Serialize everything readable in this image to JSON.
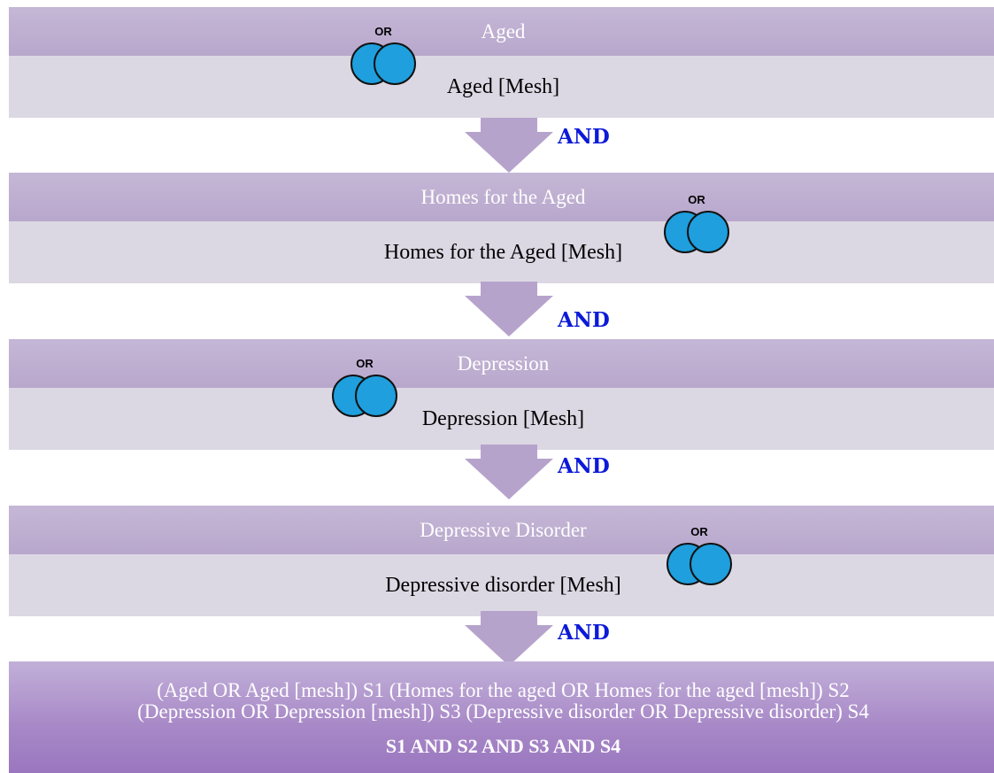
{
  "blocks": [
    {
      "heading": "Aged",
      "term": "Aged [Mesh]",
      "venn_label": "OR"
    },
    {
      "heading": "Homes for the Aged",
      "term": "Homes for the Aged [Mesh]",
      "venn_label": "OR"
    },
    {
      "heading": "Depression",
      "term": "Depression [Mesh]",
      "venn_label": "OR"
    },
    {
      "heading": "Depressive Disorder",
      "term": "Depressive disorder [Mesh]",
      "venn_label": "OR"
    }
  ],
  "connectors": [
    "AND",
    "AND",
    "AND",
    "AND"
  ],
  "summary": {
    "line1": "(Aged OR Aged [mesh]) S1 (Homes for the aged OR Homes for the aged [mesh]) S2",
    "line2": "(Depression OR Depression [mesh]) S3 (Depressive disorder OR Depressive disorder) S4",
    "final": "S1 AND S2 AND S3 AND S4"
  },
  "colors": {
    "band_top": "#b8a7cc",
    "band_bottom": "#dcd8e3",
    "venn_fill": "#1f9fdd",
    "and_text": "#0c1ad8",
    "arrow": "#b6a3cc"
  }
}
